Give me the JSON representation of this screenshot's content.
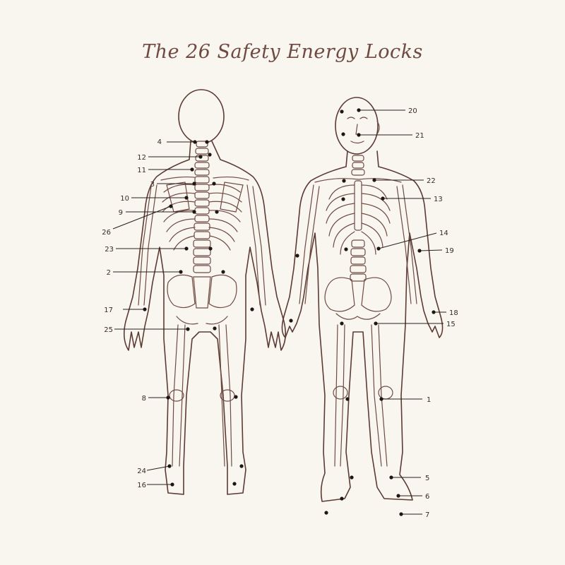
{
  "title": "The 26 Safety Energy Locks",
  "colors": {
    "background": "#f9f6f0",
    "title": "#6e4a42",
    "outline": "#5c3b34",
    "marker": "#1f1512"
  },
  "back_view_labels": [
    "4",
    "12",
    "11",
    "3",
    "10",
    "9",
    "26",
    "23",
    "2",
    "17",
    "25",
    "8",
    "24",
    "16"
  ],
  "front_view_labels": [
    "20",
    "21",
    "22",
    "13",
    "14",
    "19",
    "18",
    "15",
    "1",
    "5",
    "6",
    "7"
  ]
}
